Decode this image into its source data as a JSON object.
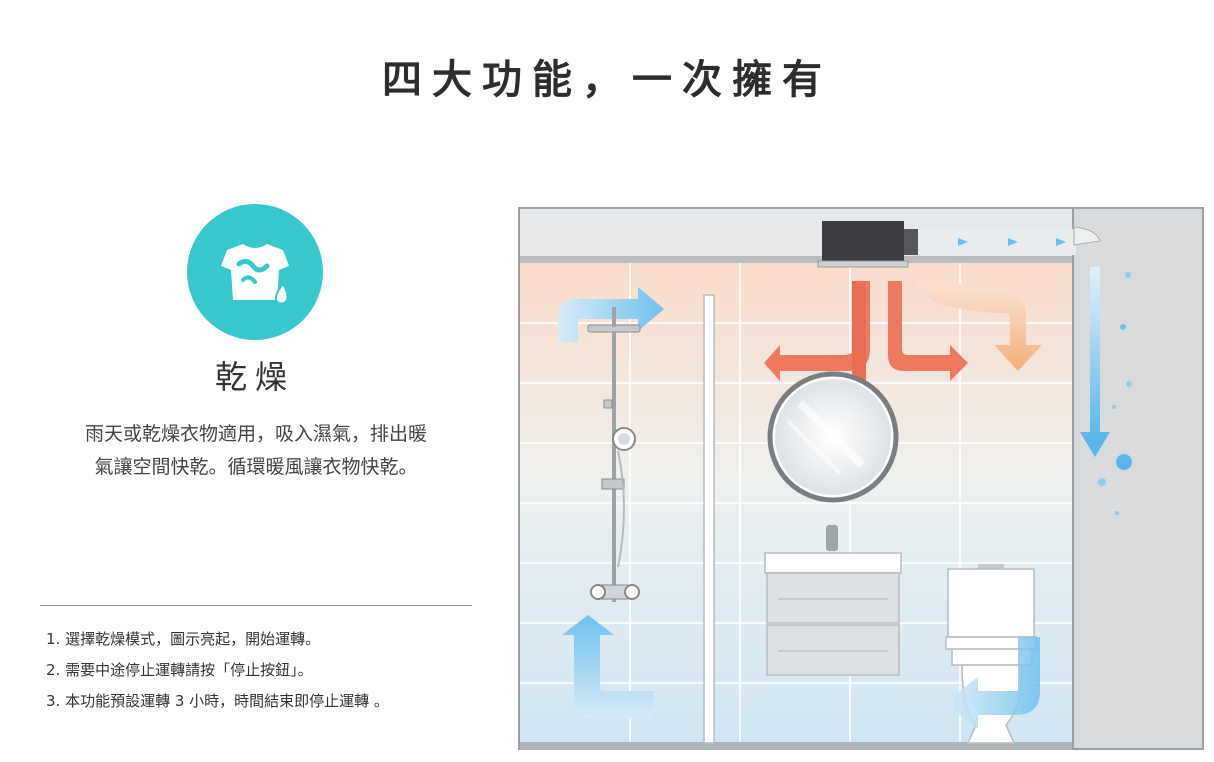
{
  "page": {
    "title": "四大功能，一次擁有"
  },
  "feature": {
    "icon": "clothes-drying-icon",
    "name": "乾燥",
    "description_line1": "雨天或乾燥衣物適用，吸入濕氣，排出暖",
    "description_line2": "氣讓空間快乾。循環暖風讓衣物快乾。",
    "steps": [
      "1.  選擇乾燥模式，圖示亮起，開始運轉。",
      "2.  需要中途停止運轉請按「停止按鈕」。",
      "3.  本功能預設運轉 3 小時，時間結束即停止運轉 。"
    ]
  },
  "colors": {
    "accent_teal": "#37c8cb",
    "warm_air": "#ee7a5e",
    "cool_air": "#7ec8ee"
  }
}
